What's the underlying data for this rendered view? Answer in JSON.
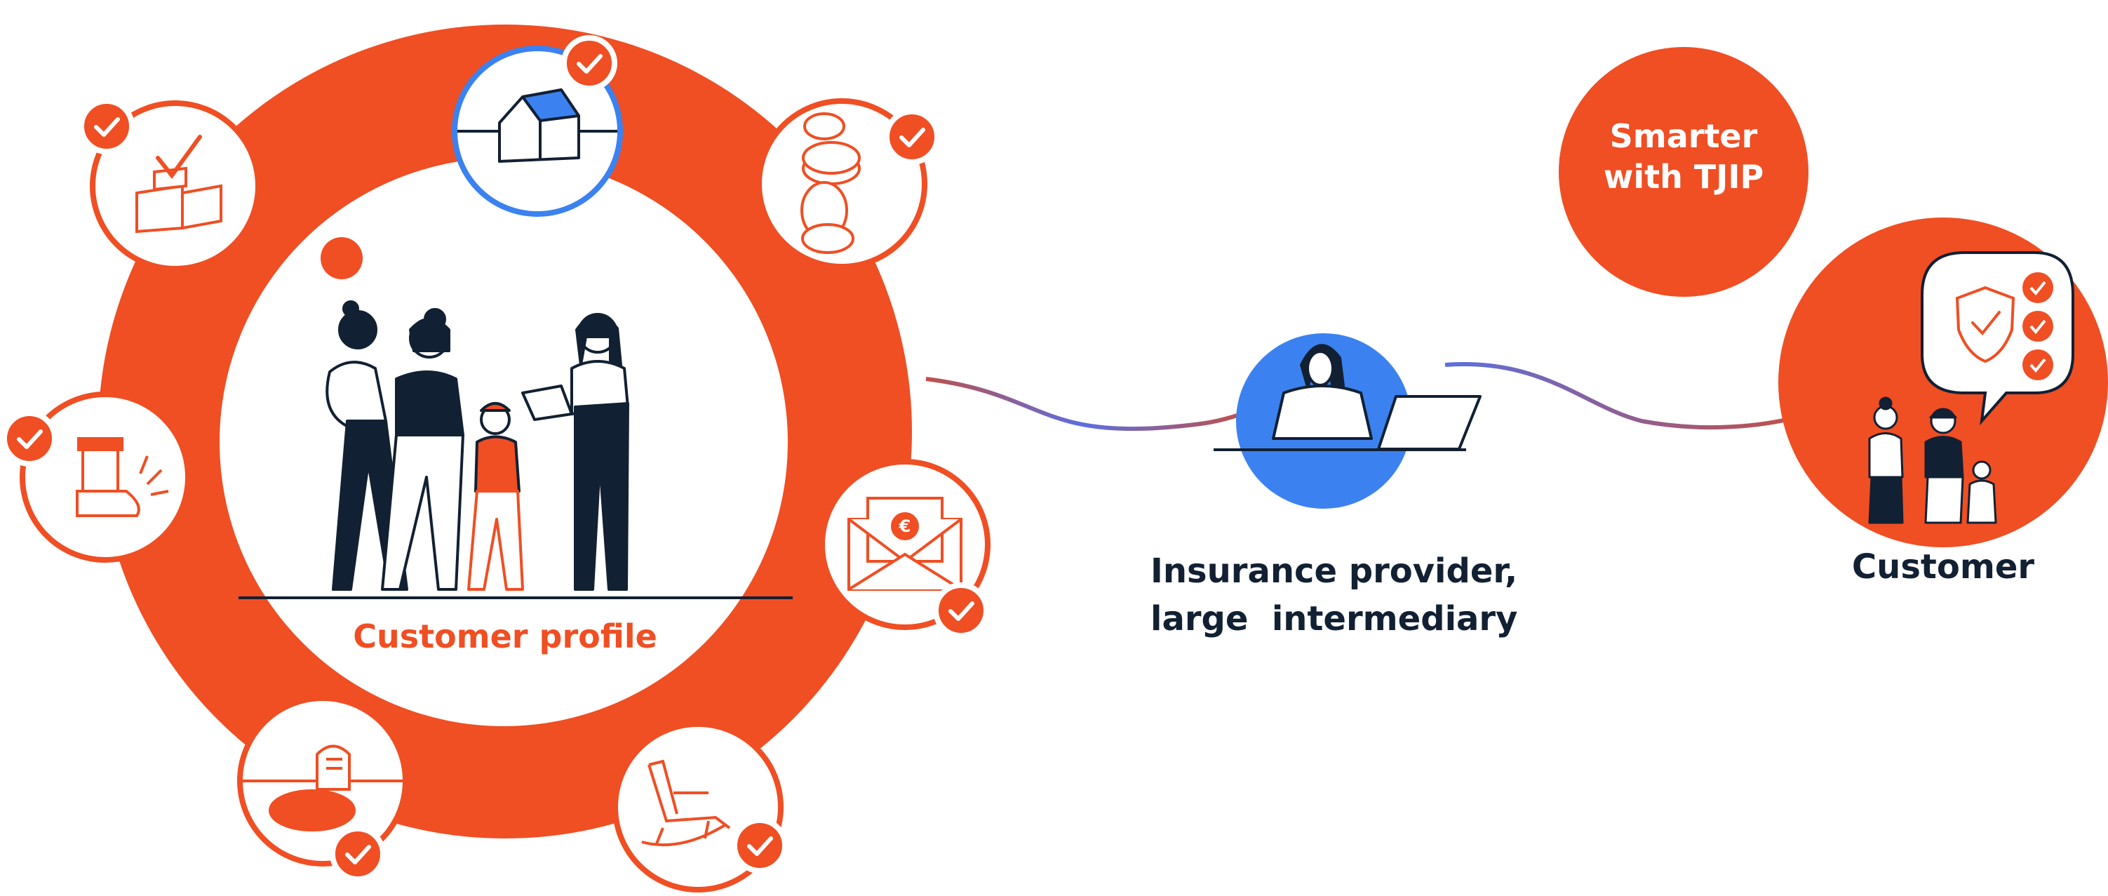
{
  "labels": {
    "customer_profile": "Customer profile",
    "provider_line1": "Insurance provider,",
    "provider_line2": "large  intermediary",
    "customer": "Customer",
    "smarter_line1": "Smarter",
    "smarter_line2": "with TJIP"
  },
  "colors": {
    "brand_orange": "#f04e23",
    "navy": "#122033",
    "blue": "#3b82f0",
    "white": "#ffffff",
    "connector_start": "#c0504a",
    "connector_mid": "#5b6fe0"
  },
  "satellites": [
    {
      "icon": "house-icon",
      "highlighted": true
    },
    {
      "icon": "coins-icon",
      "highlighted": false
    },
    {
      "icon": "envelope-euro-icon",
      "highlighted": false
    },
    {
      "icon": "rocking-chair-icon",
      "highlighted": false
    },
    {
      "icon": "gravestone-icon",
      "highlighted": false
    },
    {
      "icon": "injured-leg-icon",
      "highlighted": false
    },
    {
      "icon": "blocks-checkmark-icon",
      "highlighted": false
    }
  ]
}
